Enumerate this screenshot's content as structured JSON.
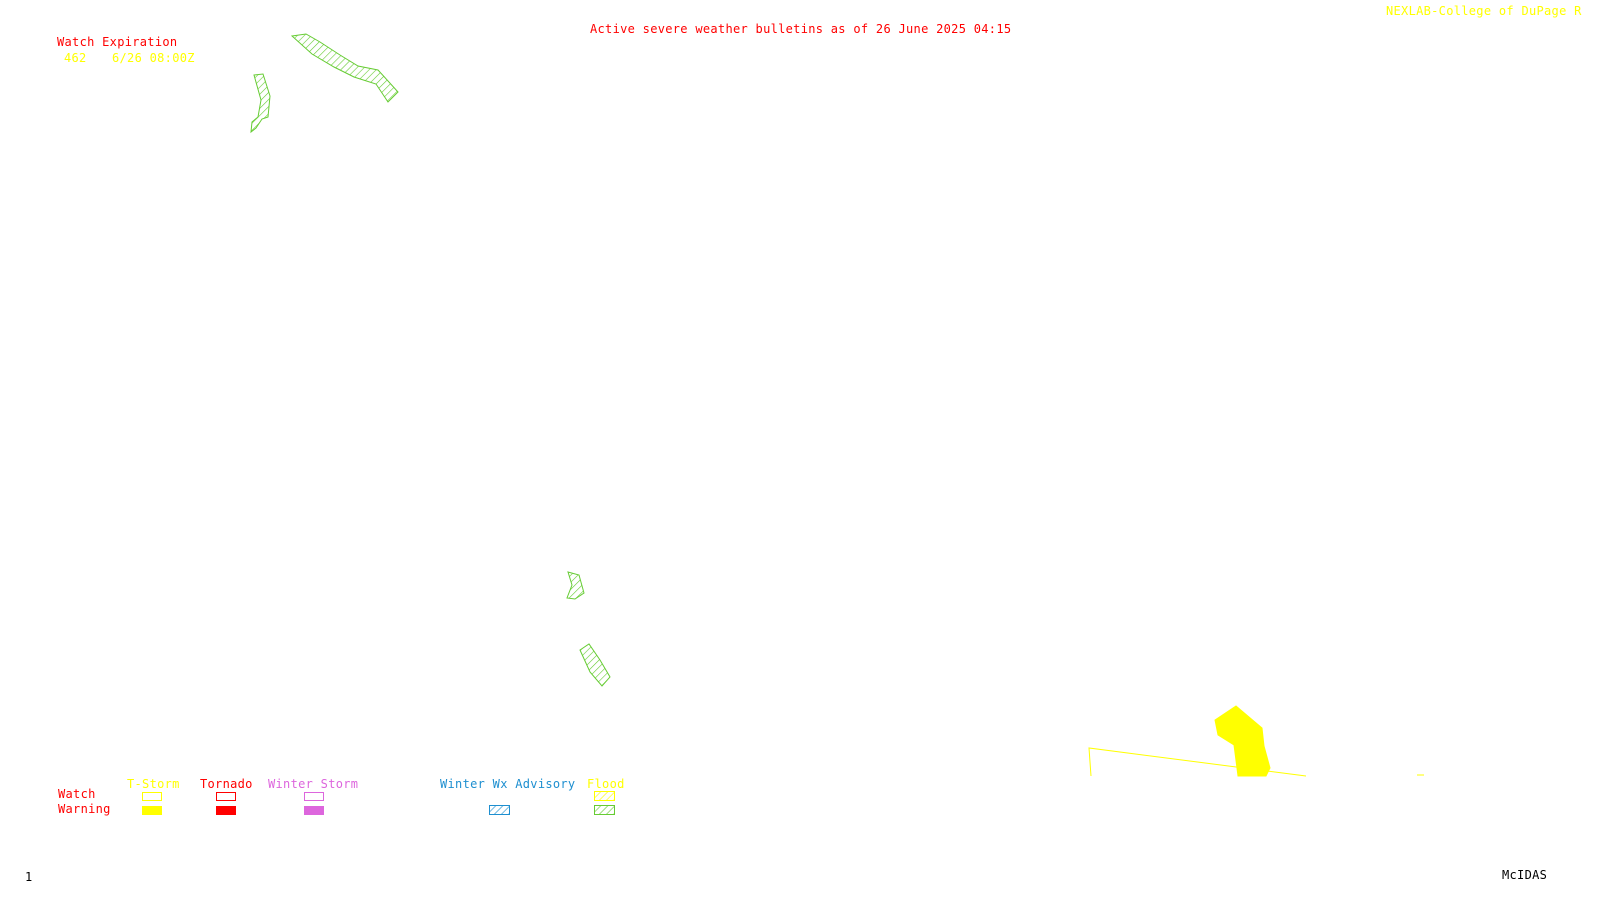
{
  "header": {
    "bulletin_title": "Active severe weather bulletins as of 26 June 2025 04:15",
    "source_credit": "NEXLAB-College of DuPage R"
  },
  "watch_expiration": {
    "label": "Watch Expiration",
    "entries": [
      {
        "number": "462",
        "expires": "6/26 08:00Z"
      }
    ]
  },
  "legend": {
    "row_labels": {
      "watch": "Watch",
      "warning": "Warning"
    },
    "categories": [
      {
        "id": "tstorm",
        "label": "T-Storm",
        "color": "#ffff00",
        "watch_style": "outline",
        "warning_style": "filled"
      },
      {
        "id": "tornado",
        "label": "Tornado",
        "color": "#ff0000",
        "watch_style": "outline",
        "warning_style": "filled"
      },
      {
        "id": "winter_storm",
        "label": "Winter Storm",
        "color": "#dd66dd",
        "watch_style": "outline",
        "warning_style": "filled"
      },
      {
        "id": "winter_wx_advisory",
        "label": "Winter Wx Advisory",
        "color": "#1e8fd0",
        "watch_style": "none",
        "warning_style": "hatched"
      },
      {
        "id": "flood",
        "label": "Flood",
        "color": "#ffff00",
        "watch_style": "hatched",
        "warning_style": "hatched",
        "warning_color": "#66cc33"
      }
    ]
  },
  "footer": {
    "frame_number": "1",
    "software": "McIDAS"
  },
  "colors": {
    "title_red": "#ff0000",
    "credit_yellow": "#ffff00",
    "flood_green": "#66cc33",
    "tstorm_yellow": "#ffff00"
  }
}
